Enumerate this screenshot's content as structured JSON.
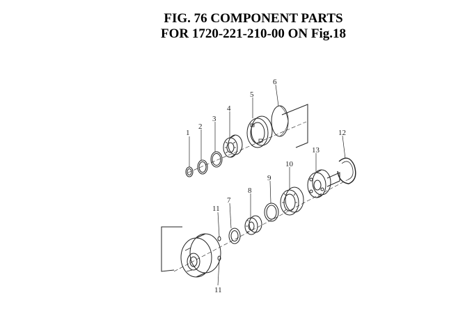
{
  "figure": {
    "title_line1": "FIG. 76  COMPONENT PARTS",
    "title_line2": "FOR 1720-221-210-00 ON Fig.18"
  },
  "callouts": {
    "c1": "1",
    "c2": "2",
    "c3": "3",
    "c4": "4",
    "c5": "5",
    "c6": "6",
    "c7": "7",
    "c8": "8",
    "c9": "9",
    "c10": "10",
    "c11a": "11",
    "c11b": "11",
    "c12": "12",
    "c13": "13"
  },
  "colors": {
    "ink": "#222222",
    "background": "#ffffff"
  }
}
